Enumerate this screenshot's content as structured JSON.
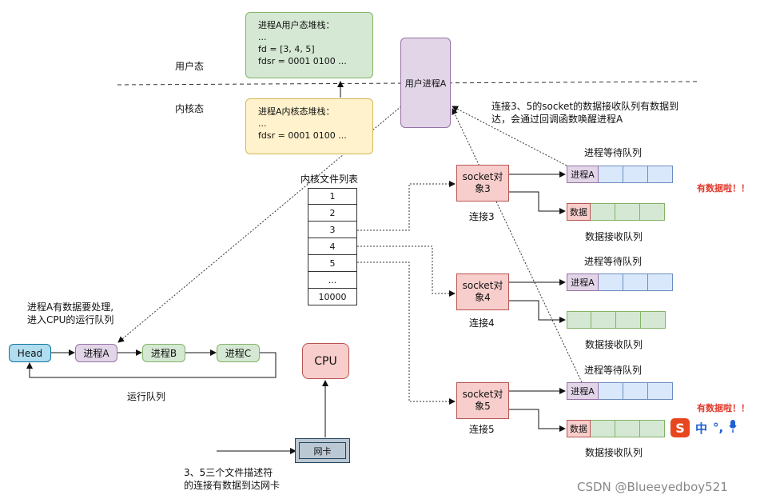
{
  "user_mode_label": "用户态",
  "kernel_mode_label": "内核态",
  "user_stack": {
    "title": "进程A用户态堆栈：",
    "line1": "...",
    "line2": "fd = [3, 4, 5]",
    "line3": "fdsr = 0001 0100 ..."
  },
  "kernel_stack": {
    "title": "进程A内核态堆栈：",
    "line1": "...",
    "line2": "fdsr = 0001 0100 ..."
  },
  "user_process": "用户进程A",
  "wake_note": {
    "line1": "连接3、5的socket的数据接收队列有数据到",
    "line2": "达，会通过回调函数唤醒进程A"
  },
  "file_table_title": "内核文件列表",
  "file_table": [
    "1",
    "2",
    "3",
    "4",
    "5",
    "...",
    "10000"
  ],
  "sockets": [
    {
      "name_line1": "socket对",
      "name_line2": "象3",
      "conn": "连接3"
    },
    {
      "name_line1": "socket对",
      "name_line2": "象4",
      "conn": "连接4"
    },
    {
      "name_line1": "socket对",
      "name_line2": "象5",
      "conn": "连接5"
    }
  ],
  "wait_queue_label": "进程等待队列",
  "wait_queue_item": "进程A",
  "recv_queue_label": "数据接收队列",
  "data_label": "数据",
  "has_data": "有数据啦！！",
  "ready_note": {
    "line1": "进程A有数据要处理,",
    "line2": "进入CPU的运行队列"
  },
  "run_queue": {
    "head": "Head",
    "a": "进程A",
    "b": "进程B",
    "c": "进程C",
    "label": "运行队列"
  },
  "cpu": "CPU",
  "nic": "网卡",
  "nic_note": {
    "line1": "3、5三个文件描述符",
    "line2": "的连接有数据到达网卡"
  },
  "ime": {
    "char": "中",
    "punct": "°,"
  },
  "watermark": "CSDN @Blueeyedboy521",
  "colors": {
    "green": "#d5e8d4",
    "yellow": "#fff2cc",
    "purple": "#e1d5e7",
    "pink": "#f8cecc",
    "blue": "#dae8fc",
    "alert": "#e0392b"
  }
}
